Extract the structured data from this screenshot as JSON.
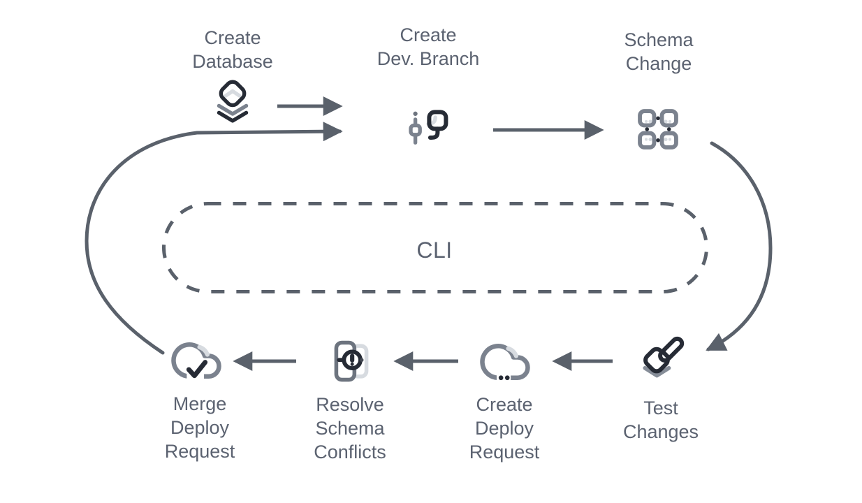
{
  "diagram": {
    "cli_label": "CLI",
    "nodes": {
      "create_database": {
        "lines": [
          "Create",
          "Database"
        ],
        "icon": "layers-icon"
      },
      "create_dev_branch": {
        "lines": [
          "Create",
          "Dev. Branch"
        ],
        "icon": "git-branch-icon"
      },
      "schema_change": {
        "lines": [
          "Schema",
          "Change"
        ],
        "icon": "schema-grid-icon"
      },
      "test_changes": {
        "lines": [
          "Test",
          "Changes"
        ],
        "icon": "pencil-layers-icon"
      },
      "create_deploy_request": {
        "lines": [
          "Create",
          "Deploy",
          "Request"
        ],
        "icon": "cloud-ellipsis-icon"
      },
      "resolve_schema_conflicts": {
        "lines": [
          "Resolve",
          "Schema",
          "Conflicts"
        ],
        "icon": "conflict-alert-icon"
      },
      "merge_deploy_request": {
        "lines": [
          "Merge",
          "Deploy",
          "Request"
        ],
        "icon": "cloud-check-icon"
      }
    },
    "edges": [
      {
        "from": "create-database",
        "to": "create-dev-branch"
      },
      {
        "from": "merge-deploy-request",
        "to": "create-dev-branch"
      },
      {
        "from": "create-dev-branch",
        "to": "schema-change"
      },
      {
        "from": "schema-change",
        "to": "test-changes"
      },
      {
        "from": "test-changes",
        "to": "create-deploy-request"
      },
      {
        "from": "create-deploy-request",
        "to": "resolve-schema-conflicts"
      },
      {
        "from": "resolve-schema-conflicts",
        "to": "merge-deploy-request"
      }
    ],
    "colors": {
      "background": "#ffffff",
      "arrow": "#5a616b",
      "label_text": "#5b6270",
      "icon_dark": "#262b35",
      "icon_mid": "#7b828e",
      "icon_light": "#d7dbe0"
    }
  }
}
